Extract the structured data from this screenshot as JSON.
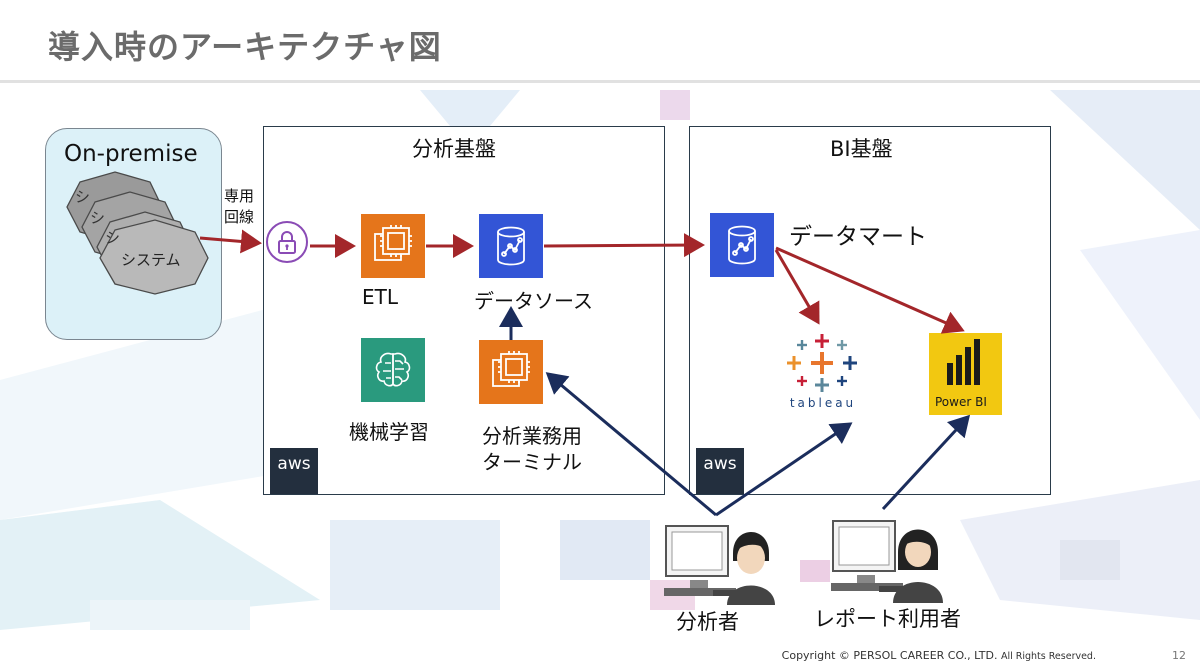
{
  "title": "導入時のアーキテクチャ図",
  "onprem": {
    "label": "On-premise",
    "system_label": "システム",
    "stack_partial": "シ"
  },
  "dedicated_line": {
    "line1": "専用",
    "line2": "回線"
  },
  "analysis_platform": {
    "title": "分析基盤",
    "etl_label": "ETL",
    "datasource_label": "データソース",
    "ml_label": "機械学習",
    "terminal_label_line1": "分析業務用",
    "terminal_label_line2": "ターミナル",
    "aws_label": "aws"
  },
  "bi_platform": {
    "title": "BI基盤",
    "datamart_label": "データマート",
    "tableau_label": "tableau",
    "powerbi_label": "Power BI",
    "aws_label": "aws"
  },
  "users": {
    "analyst_label": "分析者",
    "report_user_label": "レポート利用者"
  },
  "footer": {
    "copyright": "Copyright © PERSOL CAREER CO., LTD.",
    "rights": "All Rights Reserved.",
    "page_number": "12"
  },
  "colors": {
    "aws_orange": "#e5751b",
    "aws_blue": "#3355d6",
    "aws_green": "#2a9a7e",
    "arrow_red": "#a3262a",
    "arrow_navy": "#1b2d5c",
    "powerbi_yellow": "#f2c811"
  }
}
